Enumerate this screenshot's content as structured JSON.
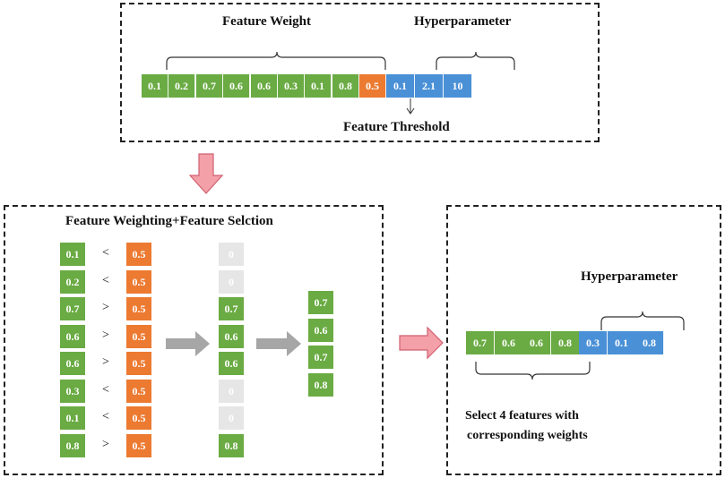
{
  "top": {
    "feature_weight_label": "Feature Weight",
    "hyperparameter_label": "Hyperparameter",
    "threshold_label": "Feature Threshold",
    "weights": [
      "0.1",
      "0.2",
      "0.7",
      "0.6",
      "0.6",
      "0.3",
      "0.1",
      "0.8"
    ],
    "threshold": "0.5",
    "hyperparams": [
      "0.1",
      "2.1",
      "10"
    ]
  },
  "left": {
    "title": "Feature Weighting+Feature Selction",
    "weights": [
      "0.1",
      "0.2",
      "0.7",
      "0.6",
      "0.6",
      "0.3",
      "0.1",
      "0.8"
    ],
    "comparisons": [
      "<",
      "<",
      ">",
      ">",
      ">",
      "<",
      "<",
      ">"
    ],
    "thresholds": [
      "0.5",
      "0.5",
      "0.5",
      "0.5",
      "0.5",
      "0.5",
      "0.5",
      "0.5"
    ],
    "masked": [
      "0",
      "0",
      "0.7",
      "0.6",
      "0.6",
      "0",
      "0",
      "0.8"
    ],
    "selected": [
      "0.7",
      "0.6",
      "0.7",
      "0.8"
    ]
  },
  "right": {
    "hyperparameter_label": "Hyperparameter",
    "features": [
      "0.7",
      "0.6",
      "0.6",
      "0.8"
    ],
    "hyperparams": [
      "0.3",
      "0.1",
      "0.8"
    ],
    "caption_line1": "Select 4 features with",
    "caption_line2": "corresponding weights"
  },
  "colors": {
    "green": "#6aab43",
    "orange": "#ec7a31",
    "blue": "#4a90d6",
    "gray": "#e6e6e6",
    "arrow_pink": "#f4a0a8",
    "arrow_gray": "#a6a6a6"
  }
}
